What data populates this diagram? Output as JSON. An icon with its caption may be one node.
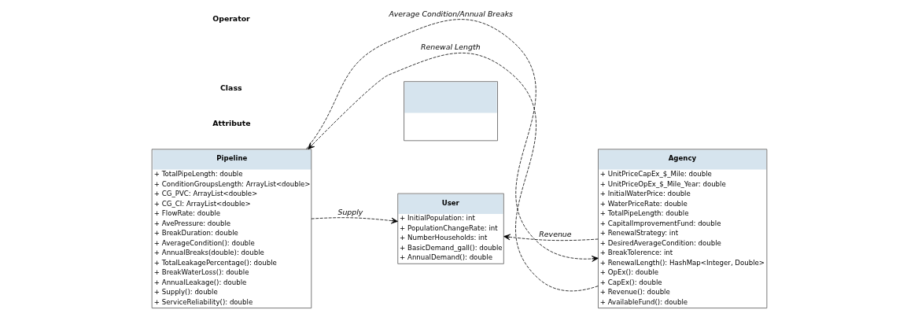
{
  "diagram": {
    "nodes": [
      {
        "text": [
          "Pipeline",
          "+ TotalPipeLength: double",
          "+ ConditionGroupsLength: ArrayList<double>",
          "+ CG_PVC: ArrayList<double>",
          "+ CG_CI: ArrayList<double>",
          "+ FlowRate: double",
          "+ AvePressure: double",
          "+ BreakDuration: double",
          "+ AverageCondition(): double",
          "+ AnnualBreaks(double): double",
          "+ TotalLeakagePercentage(): double",
          "+ BreakWaterLoss(): double",
          "+ AnnualLeakage(): double",
          "+ Supply(): double",
          "+ ServiceReliability(): double"
        ]
      },
      {
        "text": [],
        "shape": "box"
      },
      {
        "text": [
          "User",
          "+ InitialPopulation: int",
          "+ PopulationChangeRate: int",
          "+ NumberHouseholds: int",
          "+ BasicDemand_gall(): double",
          "+ AnnualDemand(): double"
        ]
      },
      {
        "text": [
          "Agency",
          "+ UnitPriceCapEx_$_Mile: double",
          "+ UnitPriceOpEx_$_Mile_Year: double",
          "+ InitialWaterPrice: double",
          "+ WaterPriceRate: double",
          "+ TotalPipeLength: double",
          "+ CapitalImprovementFund: double",
          "+ RenewalStrategy: int",
          "+ DesiredAverageCondition: double",
          "+ BreakTolerence: int",
          "+ RenewalLength(): HashMap<Integer, Double>",
          "+ OpEx(): double",
          "+ CapEx(): double",
          "+ Revenue(): double",
          "+ AvailableFund(): double"
        ]
      }
    ],
    "edges": [
      {
        "from": 3,
        "to": 0,
        "arrow": "to",
        "label": "Renewal Length",
        "style": "dashed"
      },
      {
        "from": 0,
        "to": 3,
        "arrow": "to",
        "label": "Average Condition/Annual Breaks",
        "style": "dashed"
      },
      {
        "from": 0,
        "to": 2,
        "arrow": "to",
        "label": "Supply",
        "style": "dashed"
      },
      {
        "from": 3,
        "to": 2,
        "arrow": "to",
        "label": "Revenue",
        "style": "dashed"
      }
    ],
    "labels": [
      "Class",
      "Attribute",
      "Operator"
    ]
  }
}
